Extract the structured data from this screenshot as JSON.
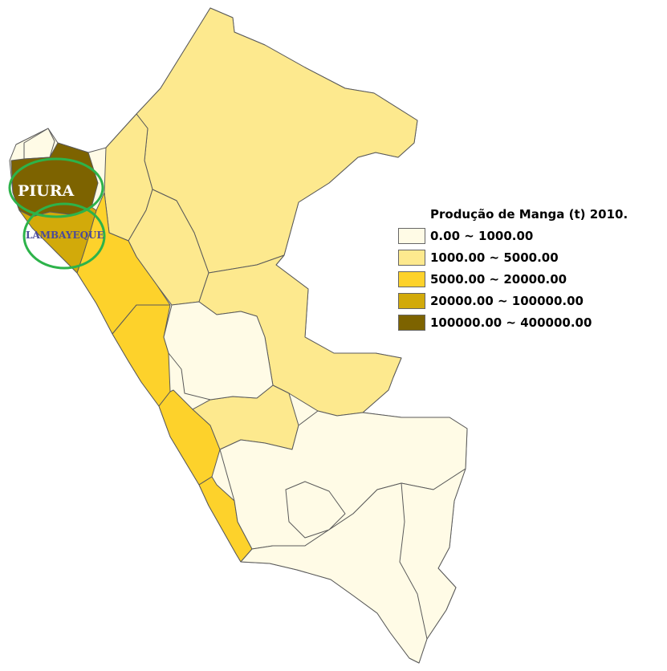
{
  "legend": {
    "title": "Produção de Manga (t) 2010.",
    "classes": [
      {
        "label": "0.00 ~ 1000.00",
        "color": "#fffbe6"
      },
      {
        "label": "1000.00 ~ 5000.00",
        "color": "#fde98e"
      },
      {
        "label": "5000.00 ~ 20000.00",
        "color": "#fdd22b"
      },
      {
        "label": "20000.00 ~ 100000.00",
        "color": "#d2aa0a"
      },
      {
        "label": "100000.00 ~ 400000.00",
        "color": "#7d6300"
      }
    ]
  },
  "highlights": [
    {
      "name": "PIURA",
      "ring_color": "#2db34a"
    },
    {
      "name": "LAMBAYEQUE",
      "ring_color": "#2db34a"
    }
  ],
  "colors": {
    "border": "#5a5a5a",
    "background": "#ffffff"
  }
}
